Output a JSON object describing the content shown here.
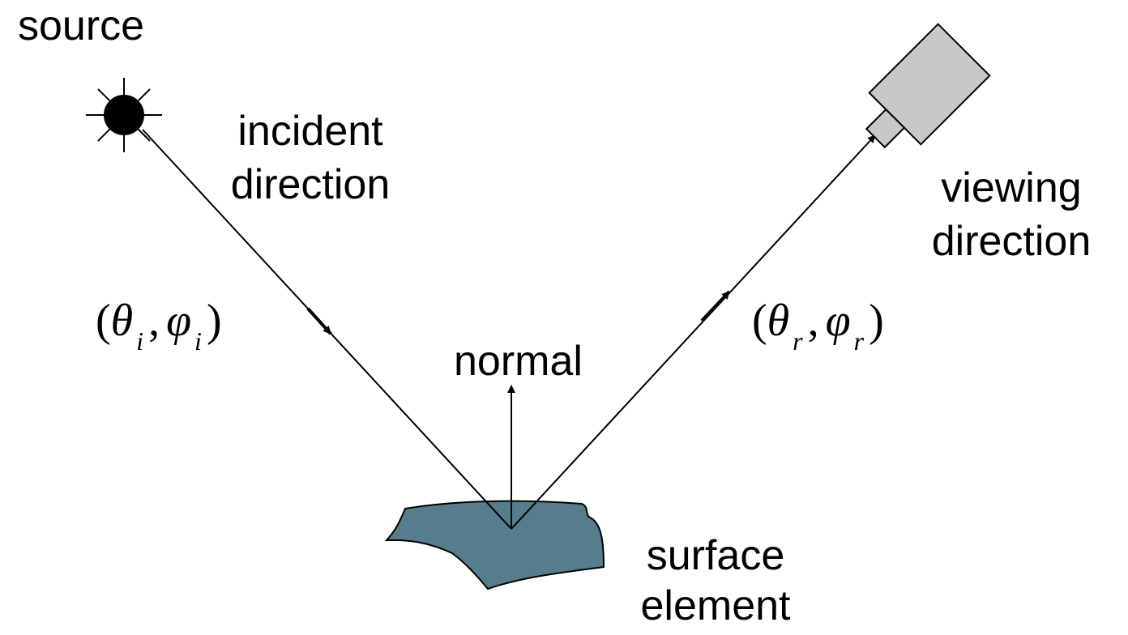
{
  "labels": {
    "source": "source",
    "incident_line1": "incident",
    "incident_line2": "direction",
    "viewing_line1": "viewing",
    "viewing_line2": "direction",
    "normal": "normal",
    "surface_line1": "surface",
    "surface_line2": "element"
  },
  "angles": {
    "incident": {
      "open": "(",
      "theta": "θ",
      "theta_sub": "i",
      "comma": ",",
      "phi": "φ",
      "phi_sub": "i",
      "close": ")"
    },
    "reflected": {
      "open": "(",
      "theta": "θ",
      "theta_sub": "r",
      "comma": ",",
      "phi": "φ",
      "phi_sub": "r",
      "close": ")"
    }
  },
  "icons": [
    "sun-icon",
    "camera-icon"
  ],
  "colors": {
    "surface_fill": "#557d8c",
    "camera_fill": "#c8c8c8",
    "line": "#000000"
  }
}
